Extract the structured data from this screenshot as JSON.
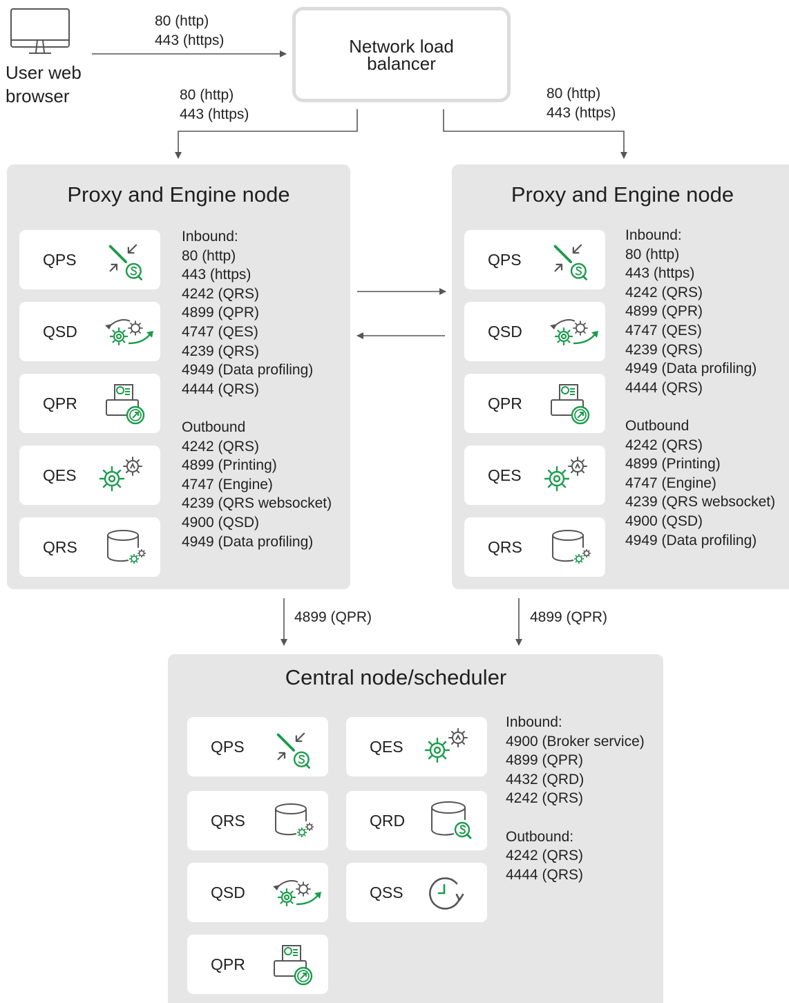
{
  "user": {
    "label_line1": "User web",
    "label_line2": "browser",
    "icon": "monitor-icon"
  },
  "load_balancer": {
    "line1": "Network load",
    "line2": "balancer"
  },
  "links": {
    "browser_to_lb": [
      "80 (http)",
      "443 (https)"
    ],
    "lb_to_left": [
      "80 (http)",
      "443 (https)"
    ],
    "lb_to_right": [
      "80 (http)",
      "443 (https)"
    ],
    "left_to_central": "4899 (QPR)",
    "right_to_central": "4899 (QPR)"
  },
  "proxy_nodes": [
    {
      "title": "Proxy and Engine node",
      "services": [
        {
          "label": "QPS",
          "icon": "proxy-service-icon"
        },
        {
          "label": "QSD",
          "icon": "sync-gears-icon"
        },
        {
          "label": "QPR",
          "icon": "printing-icon"
        },
        {
          "label": "QES",
          "icon": "engine-gears-icon"
        },
        {
          "label": "QRS",
          "icon": "repository-database-icon"
        }
      ],
      "inbound_title": "Inbound:",
      "inbound": [
        "80 (http)",
        "443 (https)",
        "4242 (QRS)",
        "4899 (QPR)",
        "4747 (QES)",
        "4239 (QRS)",
        "4949 (Data profiling)",
        "4444 (QRS)"
      ],
      "outbound_title": "Outbound",
      "outbound": [
        "4242 (QRS)",
        "4899 (Printing)",
        "4747 (Engine)",
        "4239 (QRS websocket)",
        "4900 (QSD)",
        "4949 (Data profiling)"
      ]
    },
    {
      "title": "Proxy and Engine node",
      "services": [
        {
          "label": "QPS",
          "icon": "proxy-service-icon"
        },
        {
          "label": "QSD",
          "icon": "sync-gears-icon"
        },
        {
          "label": "QPR",
          "icon": "printing-icon"
        },
        {
          "label": "QES",
          "icon": "engine-gears-icon"
        },
        {
          "label": "QRS",
          "icon": "repository-database-icon"
        }
      ],
      "inbound_title": "Inbound:",
      "inbound": [
        "80 (http)",
        "443 (https)",
        "4242 (QRS)",
        "4899 (QPR)",
        "4747 (QES)",
        "4239 (QRS)",
        "4949 (Data profiling)",
        "4444 (QRS)"
      ],
      "outbound_title": "Outbound",
      "outbound": [
        "4242 (QRS)",
        "4899 (Printing)",
        "4747 (Engine)",
        "4239 (QRS websocket)",
        "4900 (QSD)",
        "4949 (Data profiling)"
      ]
    }
  ],
  "central_node": {
    "title": "Central node/scheduler",
    "services": [
      {
        "label": "QPS",
        "icon": "proxy-service-icon"
      },
      {
        "label": "QES",
        "icon": "engine-gears-icon"
      },
      {
        "label": "QRS",
        "icon": "repository-database-icon"
      },
      {
        "label": "QRD",
        "icon": "database-search-icon"
      },
      {
        "label": "QSD",
        "icon": "sync-gears-icon"
      },
      {
        "label": "QSS",
        "icon": "scheduler-clock-icon"
      },
      {
        "label": "QPR",
        "icon": "printing-icon"
      }
    ],
    "inbound_title": "Inbound:",
    "inbound": [
      "4900 (Broker service)",
      "4899 (QPR)",
      "4432 (QRD)",
      "4242 (QRS)"
    ],
    "outbound_title": "Outbound:",
    "outbound": [
      "4242 (QRS)",
      "4444 (QRS)"
    ]
  },
  "colors": {
    "accent": "#1a9b4b",
    "panel": "#e6e6e6",
    "arrow": "#555555",
    "icon_gray": "#555555"
  }
}
